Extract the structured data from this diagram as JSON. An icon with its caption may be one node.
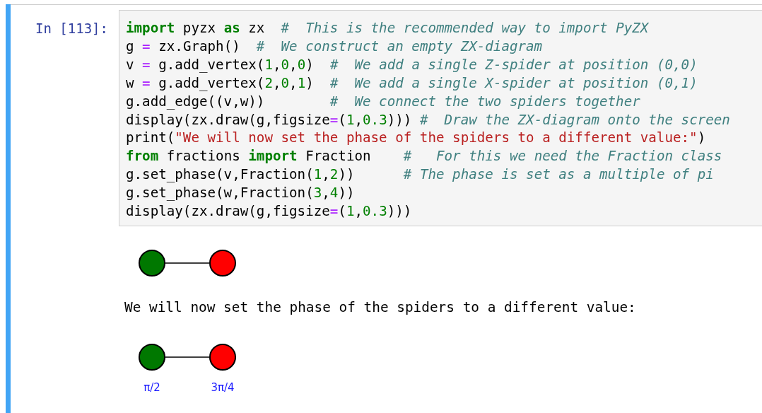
{
  "diagram": {
    "nodes": [
      {
        "text": [],
        "shape": "circle"
      },
      {
        "text": [],
        "shape": "circle"
      },
      {
        "text": [],
        "shape": "circle",
        "beside": [
          "π/2"
        ]
      },
      {
        "text": [],
        "shape": "circle",
        "beside": [
          "3π/4"
        ]
      }
    ],
    "edges": [
      {
        "from": 0,
        "to": 1,
        "arrow": "none"
      },
      {
        "from": 2,
        "to": 3,
        "arrow": "none"
      }
    ],
    "labels": [
      "In [113]:",
      "**import** pyzx **as** zx  #  This is the recommended way to import PyZX",
      "g = zx.Graph()  #  We construct an empty ZX-diagram",
      "v = g.add_vertex(1,0,0)  #  We add a single Z-spider at position (0,0)",
      "w = g.add_vertex(2,0,1)  #  We add a single X-spider at position (0,1)",
      "g.add_edge((v,w))        #  We connect the two spiders together",
      "display(zx.draw(g,figsize=(1,0.3))) #  Draw the ZX-diagram onto the screen",
      "print(\"We will now set the phase of the spiders to a different value:\")",
      "**from** fractions **import** Fraction    #   For this we need the Fraction class",
      "g.set_phase(v,Fraction(1,2))      # The phase is set as a multiple of pi",
      "g.set_phase(w,Fraction(3,4))",
      "display(zx.draw(g,figsize=(1,0.3)))",
      "We will now set the phase of the spiders to a different value:"
    ]
  }
}
